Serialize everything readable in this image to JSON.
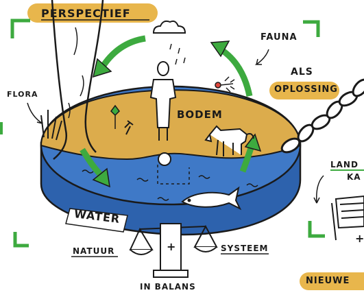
{
  "labels": {
    "perspectief": "PERSPECTIEF",
    "fauna": "FAUNA",
    "flora": "FLORA",
    "als": "ALS",
    "oplossing": "OPLOSSING",
    "bodem": "BODEM",
    "water": "WATER",
    "natuur": "NATUUR",
    "systeem": "SYSTEEM",
    "in_balans": "IN BALANS",
    "land_partial": "LAND",
    "ka_partial": "KA",
    "nieuwe_partial": "NIEUWE",
    "plus_sign": "+",
    "plus_sign_right": "+"
  },
  "colors": {
    "highlight_yellow": "#e8b64c",
    "soil": "#dcac4c",
    "water_blue": "#3f79c7",
    "water_dark": "#2d62ad",
    "arrow_green": "#3daa3f",
    "ink": "#1a1a1a"
  }
}
